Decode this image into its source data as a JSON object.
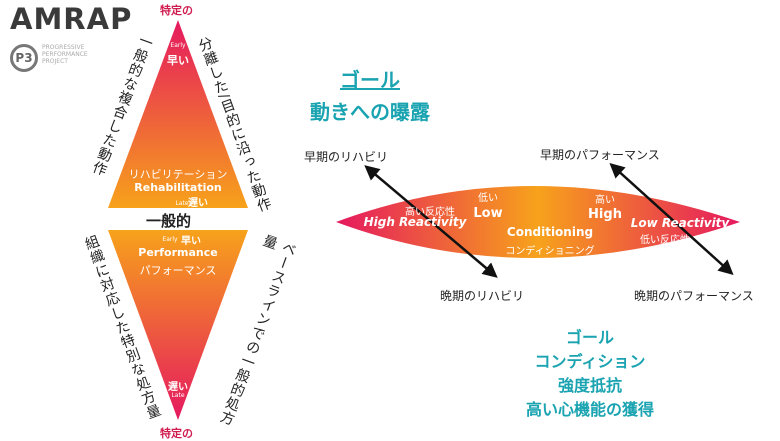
{
  "header": {
    "brand": "AMRAP",
    "logo_mark": "P3",
    "logo_text": "PROGRESSIVE PERFORMANCE PROJECT"
  },
  "left": {
    "top_label": "特定の",
    "bottom_label": "特定の",
    "middle_label": "一般的",
    "upper": {
      "early_en": "Early",
      "early_jp": "早い",
      "rehab_jp": "リハビリテーション",
      "rehab_en": "Rehabilitation",
      "late_en": "Late",
      "late_jp": "遅い",
      "left_side": "一般的な複合した動作",
      "right_side": "分離した/目的に沿った動作"
    },
    "lower": {
      "early_en": "Early",
      "early_jp": "早い",
      "perf_en": "Performance",
      "perf_jp": "パフォーマンス",
      "late_jp": "遅い",
      "late_en": "Late",
      "left_side": "組織に対応した特別な処方量",
      "right_side": "ベースラインでの一般的処方量"
    }
  },
  "right": {
    "goal_top": {
      "line1": "ゴール",
      "line2": "動きへの曝露"
    },
    "labels": {
      "early_rehab": "早期のリハビリ",
      "early_perf": "早期のパフォーマンス",
      "late_rehab": "晩期のリハビリ",
      "late_perf": "晩期のパフォーマンス"
    },
    "shape": {
      "high_react_jp": "高い反応性",
      "high_react_en": "High Reactivity",
      "low_jp": "低い",
      "low_en": "Low",
      "cond_en": "Conditioning",
      "cond_jp": "コンディショニング",
      "high_jp": "高い",
      "high_en": "High",
      "low_react_en": "Low Reactivity",
      "low_react_jp": "低い反応性"
    },
    "goal_bottom": {
      "line1": "ゴール",
      "line2": "コンディション",
      "line3": "強度抵抗",
      "line4": "高い心機能の獲得"
    }
  },
  "colors": {
    "pink": "#e5195f",
    "orange": "#f7a21b",
    "teal": "#1aa3b0"
  }
}
